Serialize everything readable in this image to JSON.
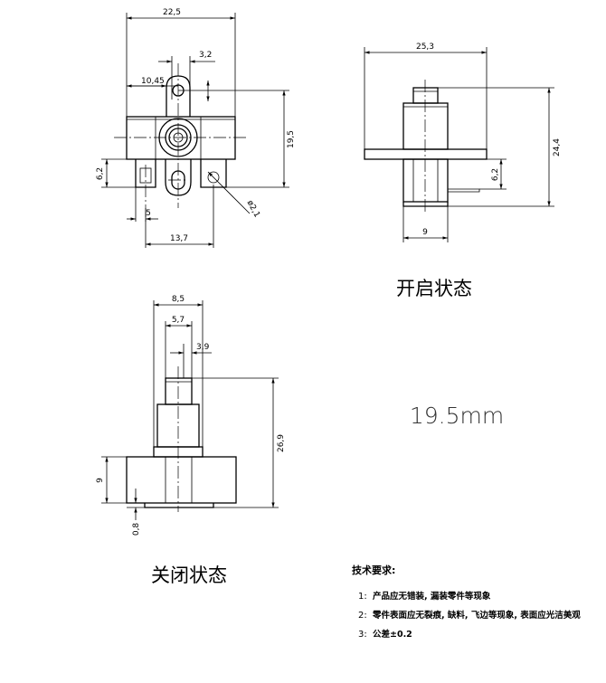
{
  "top_view": {
    "dim_width": "22,5",
    "dim_tab": "3,2",
    "dim_offset": "10,45",
    "dim_height": "19,5",
    "dim_pin_height": "6,2",
    "dim_pin_pitch": "5",
    "dim_pin_span": "13,7",
    "dim_hole": "ø2,1"
  },
  "open_view": {
    "dim_width": "25,3",
    "dim_height": "24,4",
    "dim_flange_height": "6,2",
    "dim_body_width": "9",
    "caption": "开启状态"
  },
  "closed_view": {
    "dim_width_outer": "8,5",
    "dim_width_mid": "5,7",
    "dim_width_inner": "3,9",
    "dim_height": "26,9",
    "dim_base": "9",
    "dim_gap": "0,8",
    "caption": "关闭状态"
  },
  "stroke_label": "19.5mm",
  "notes": {
    "title": "技术要求:",
    "items": [
      {
        "num": "1:",
        "text": "产品应无错装, 漏装零件等现象"
      },
      {
        "num": "2:",
        "text": "零件表面应无裂痕, 缺料, 飞边等现象, 表面应光洁美观"
      },
      {
        "num": "3:",
        "text": "公差±0.2"
      }
    ]
  }
}
